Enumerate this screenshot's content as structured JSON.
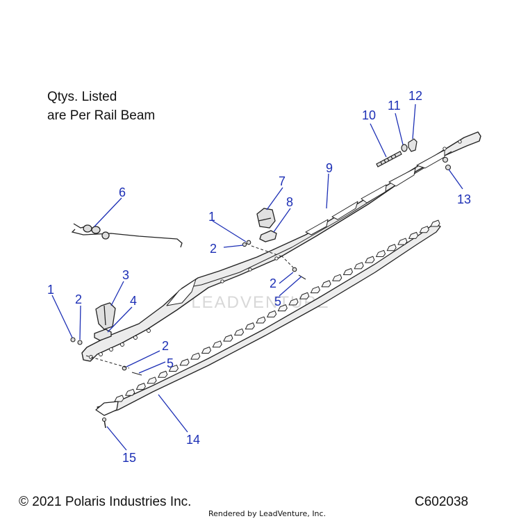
{
  "note": {
    "line1": "Qtys. Listed",
    "line2": "are Per Rail Beam"
  },
  "footer": {
    "copyright": "© 2021 Polaris Industries Inc.",
    "diagram_id": "C602038",
    "rendered_by": "Rendered by LeadVenture, Inc."
  },
  "watermark": "LEADVENTURE",
  "callouts": {
    "c1a": "1",
    "c1b": "1",
    "c2a": "2",
    "c2b": "2",
    "c2c": "2",
    "c2d": "2",
    "c3": "3",
    "c4": "4",
    "c5a": "5",
    "c5b": "5",
    "c6": "6",
    "c7": "7",
    "c8": "8",
    "c9": "9",
    "c10": "10",
    "c11": "11",
    "c12": "12",
    "c13": "13",
    "c14": "14",
    "c15": "15"
  },
  "colors": {
    "callout": "#1c2fb5",
    "line": "#222222",
    "part_fill": "#e9e9e9",
    "watermark": "#d8d8d8"
  }
}
